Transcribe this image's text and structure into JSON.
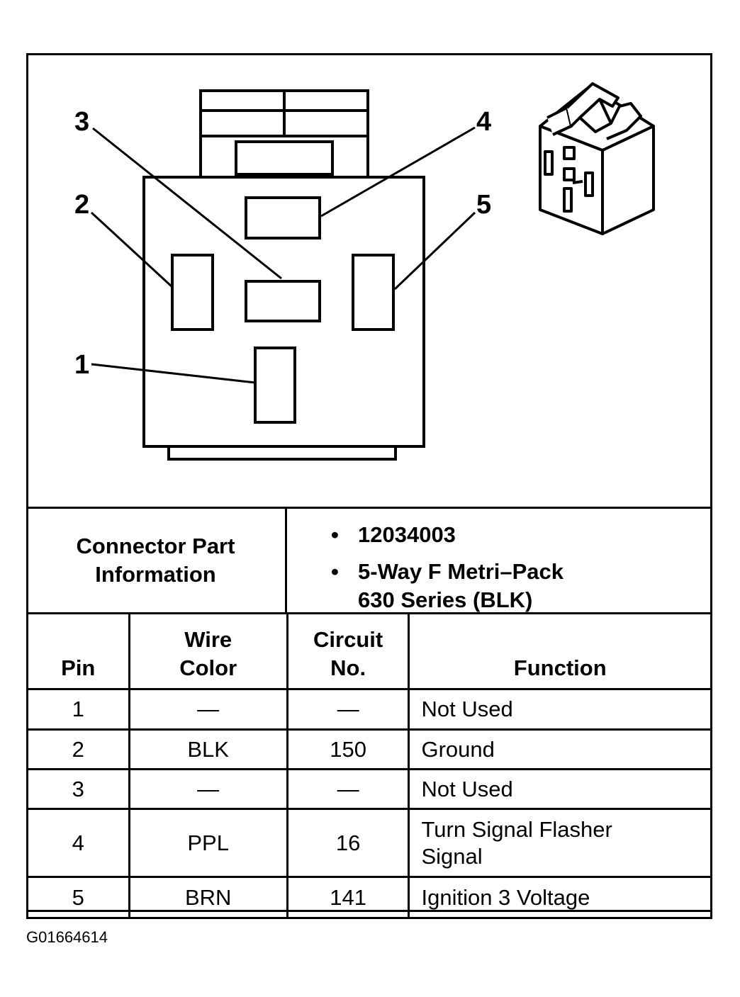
{
  "figure": {
    "callouts": [
      "1",
      "2",
      "3",
      "4",
      "5"
    ]
  },
  "connector_info": {
    "label_line1": "Connector Part",
    "label_line2": "Information",
    "bullet": "•",
    "part_number": "12034003",
    "description_line1": "5-Way F Metri–Pack",
    "description_line2": "630 Series (BLK)"
  },
  "table": {
    "headers": {
      "pin": "Pin",
      "wire_color_line1": "Wire",
      "wire_color_line2": "Color",
      "circuit_line1": "Circuit",
      "circuit_line2": "No.",
      "function": "Function"
    },
    "rows": [
      {
        "pin": "1",
        "wire": "—",
        "circuit": "—",
        "function_line1": "Not Used",
        "function_line2": ""
      },
      {
        "pin": "2",
        "wire": "BLK",
        "circuit": "150",
        "function_line1": "Ground",
        "function_line2": ""
      },
      {
        "pin": "3",
        "wire": "—",
        "circuit": "—",
        "function_line1": "Not Used",
        "function_line2": ""
      },
      {
        "pin": "4",
        "wire": "PPL",
        "circuit": "16",
        "function_line1": "Turn Signal Flasher",
        "function_line2": "Signal"
      },
      {
        "pin": "5",
        "wire": "BRN",
        "circuit": "141",
        "function_line1": "Ignition 3 Voltage",
        "function_line2": ""
      }
    ]
  },
  "caption": "G01664614"
}
